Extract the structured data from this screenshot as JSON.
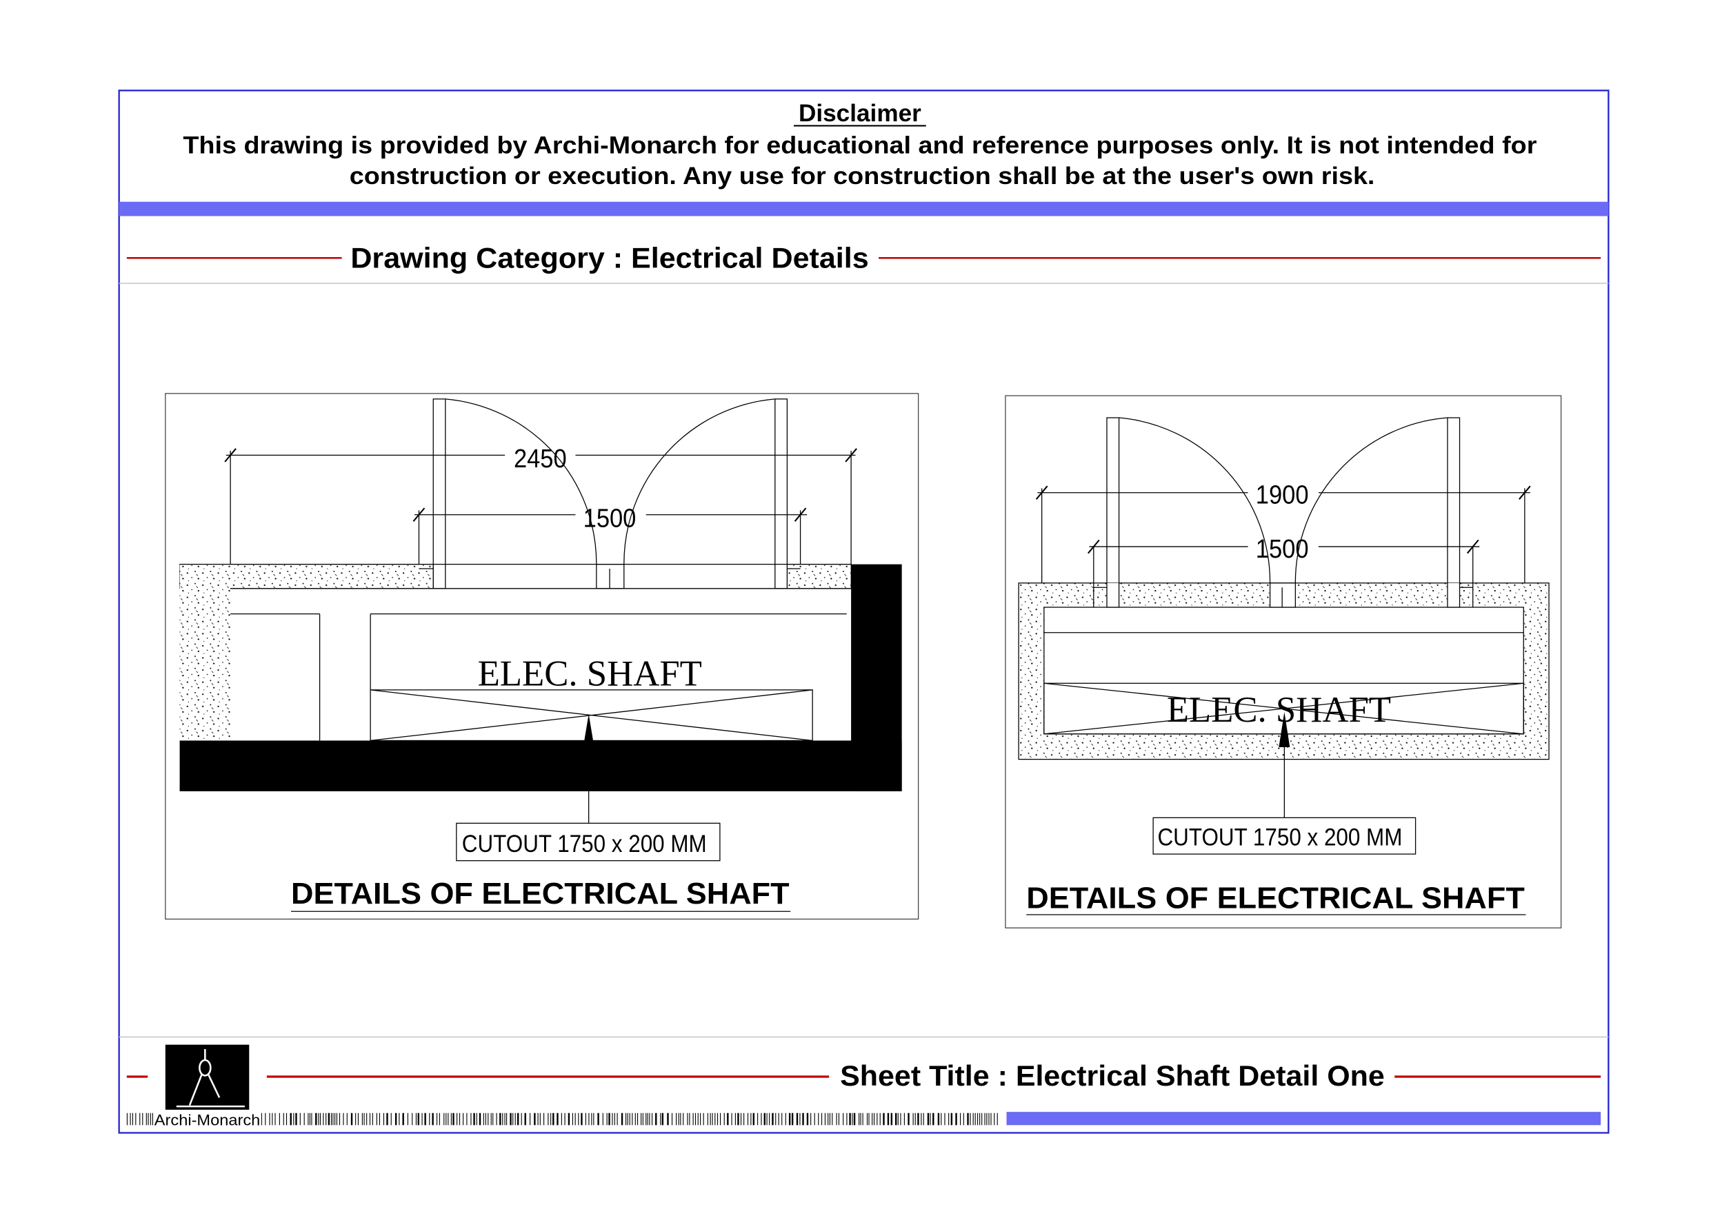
{
  "disclaimer": {
    "title": "Disclaimer",
    "line1": "This drawing is provided by Archi-Monarch for educational and reference purposes only. It is not intended for",
    "line2": "construction or execution. Any use for construction shall be at the user's own risk."
  },
  "category": {
    "label": "Drawing Category : Electrical Details"
  },
  "drawings": [
    {
      "dim_outer": "2450",
      "dim_inner": "1500",
      "room_label": "ELEC. SHAFT",
      "cutout_label": "CUTOUT 1750 x 200 MM",
      "title": "DETAILS OF ELECTRICAL SHAFT"
    },
    {
      "dim_outer": "1900",
      "dim_inner": "1500",
      "room_label": "ELEC. SHAFT",
      "cutout_label": "CUTOUT 1750 x 200 MM",
      "title": "DETAILS OF ELECTRICAL SHAFT"
    }
  ],
  "footer": {
    "sheet_title": "Sheet Title : Electrical Shaft Detail One",
    "logo_text": "Archi-Monarch"
  },
  "colors": {
    "border": "#2b2bd6",
    "accent_bar": "#6b6bf5",
    "rule_red": "#c00000",
    "rule_gray": "#c8c8c8"
  }
}
